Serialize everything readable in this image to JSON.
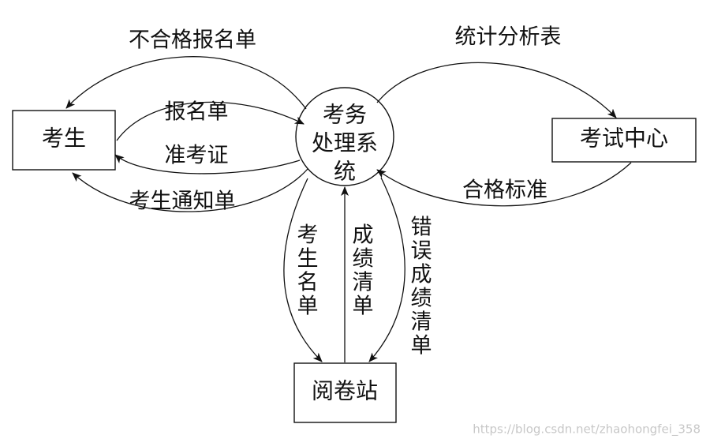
{
  "nodes": {
    "candidate": "考生",
    "exam_center": "考试中心",
    "grading_station": "阅卷站",
    "process": [
      "考务",
      "处理系",
      "统"
    ]
  },
  "flows": {
    "unqualified_list": "不合格报名单",
    "registration_form": "报名单",
    "admission_ticket": "准考证",
    "candidate_notice": "考生通知单",
    "statistics_table": "统计分析表",
    "qualification_standard": "合格标准",
    "candidate_list": [
      "考",
      "生",
      "名",
      "单"
    ],
    "score_list": [
      "成",
      "绩",
      "清",
      "单"
    ],
    "error_score_list": [
      "错",
      "误",
      "成",
      "绩",
      "清",
      "单"
    ]
  },
  "watermark": "https://blog.csdn.net/zhaohongfei_358"
}
